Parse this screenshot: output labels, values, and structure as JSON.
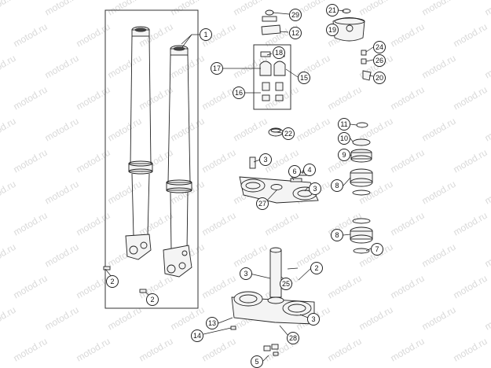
{
  "watermark": "motod.ru",
  "colors": {
    "line": "#222222",
    "watermark": "#d9d9d9",
    "background": "#ffffff"
  },
  "callouts": [
    {
      "id": "c1",
      "label": "1"
    },
    {
      "id": "c2a",
      "label": "2"
    },
    {
      "id": "c2b",
      "label": "2"
    },
    {
      "id": "c29",
      "label": "29"
    },
    {
      "id": "c12",
      "label": "12"
    },
    {
      "id": "c18",
      "label": "18"
    },
    {
      "id": "c17",
      "label": "17"
    },
    {
      "id": "c15",
      "label": "15"
    },
    {
      "id": "c16",
      "label": "16"
    },
    {
      "id": "c21",
      "label": "21"
    },
    {
      "id": "c19",
      "label": "19"
    },
    {
      "id": "c24",
      "label": "24"
    },
    {
      "id": "c26",
      "label": "26"
    },
    {
      "id": "c20",
      "label": "20"
    },
    {
      "id": "c22",
      "label": "22"
    },
    {
      "id": "c11",
      "label": "11"
    },
    {
      "id": "c10",
      "label": "10"
    },
    {
      "id": "c9",
      "label": "9"
    },
    {
      "id": "c8a",
      "label": "8"
    },
    {
      "id": "c8b",
      "label": "8"
    },
    {
      "id": "c7",
      "label": "7"
    },
    {
      "id": "c3a",
      "label": "3"
    },
    {
      "id": "c6",
      "label": "6"
    },
    {
      "id": "c4",
      "label": "4"
    },
    {
      "id": "c3b",
      "label": "3"
    },
    {
      "id": "c27",
      "label": "27"
    },
    {
      "id": "c3c",
      "label": "3"
    },
    {
      "id": "c2c",
      "label": "2"
    },
    {
      "id": "c25",
      "label": "25"
    },
    {
      "id": "c3d",
      "label": "3"
    },
    {
      "id": "c13",
      "label": "13"
    },
    {
      "id": "c14",
      "label": "14"
    },
    {
      "id": "c28",
      "label": "28"
    },
    {
      "id": "c5",
      "label": "5"
    }
  ]
}
